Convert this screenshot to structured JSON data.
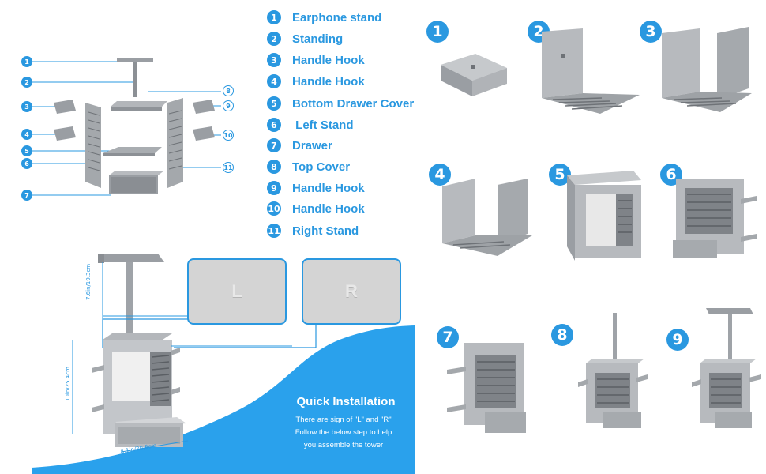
{
  "parts": [
    {
      "n": "1",
      "label": "Earphone stand"
    },
    {
      "n": "2",
      "label": "Standing"
    },
    {
      "n": "3",
      "label": "Handle Hook"
    },
    {
      "n": "4",
      "label": "Handle Hook"
    },
    {
      "n": "5",
      "label": "Bottom Drawer Cover"
    },
    {
      "n": "6",
      "label": " Left Stand"
    },
    {
      "n": "7",
      "label": "Drawer"
    },
    {
      "n": "8",
      "label": "Top Cover"
    },
    {
      "n": "9",
      "label": "Handle Hook"
    },
    {
      "n": "10",
      "label": "Handle Hook"
    },
    {
      "n": "11",
      "label": "Right Stand"
    }
  ],
  "callouts": [
    "1",
    "2",
    "3",
    "4",
    "5",
    "6",
    "7",
    "8",
    "9",
    "10",
    "11"
  ],
  "signs": {
    "left": "L",
    "right": "R"
  },
  "dimensions": {
    "pole": "7.6in/19.3cm",
    "height": "10in/25.4cm",
    "width": "8.1in/20.6cm"
  },
  "installation": {
    "title": "Quick Installation",
    "line1": "There are sign of \"L\" and \"R\"",
    "line2": "Follow the below step to help",
    "line3": "you assemble the  tower"
  },
  "steps": [
    "1",
    "2",
    "3",
    "4",
    "5",
    "6",
    "7",
    "8",
    "9"
  ],
  "colors": {
    "accent": "#2a98e0",
    "part": "#9a9ea3"
  }
}
